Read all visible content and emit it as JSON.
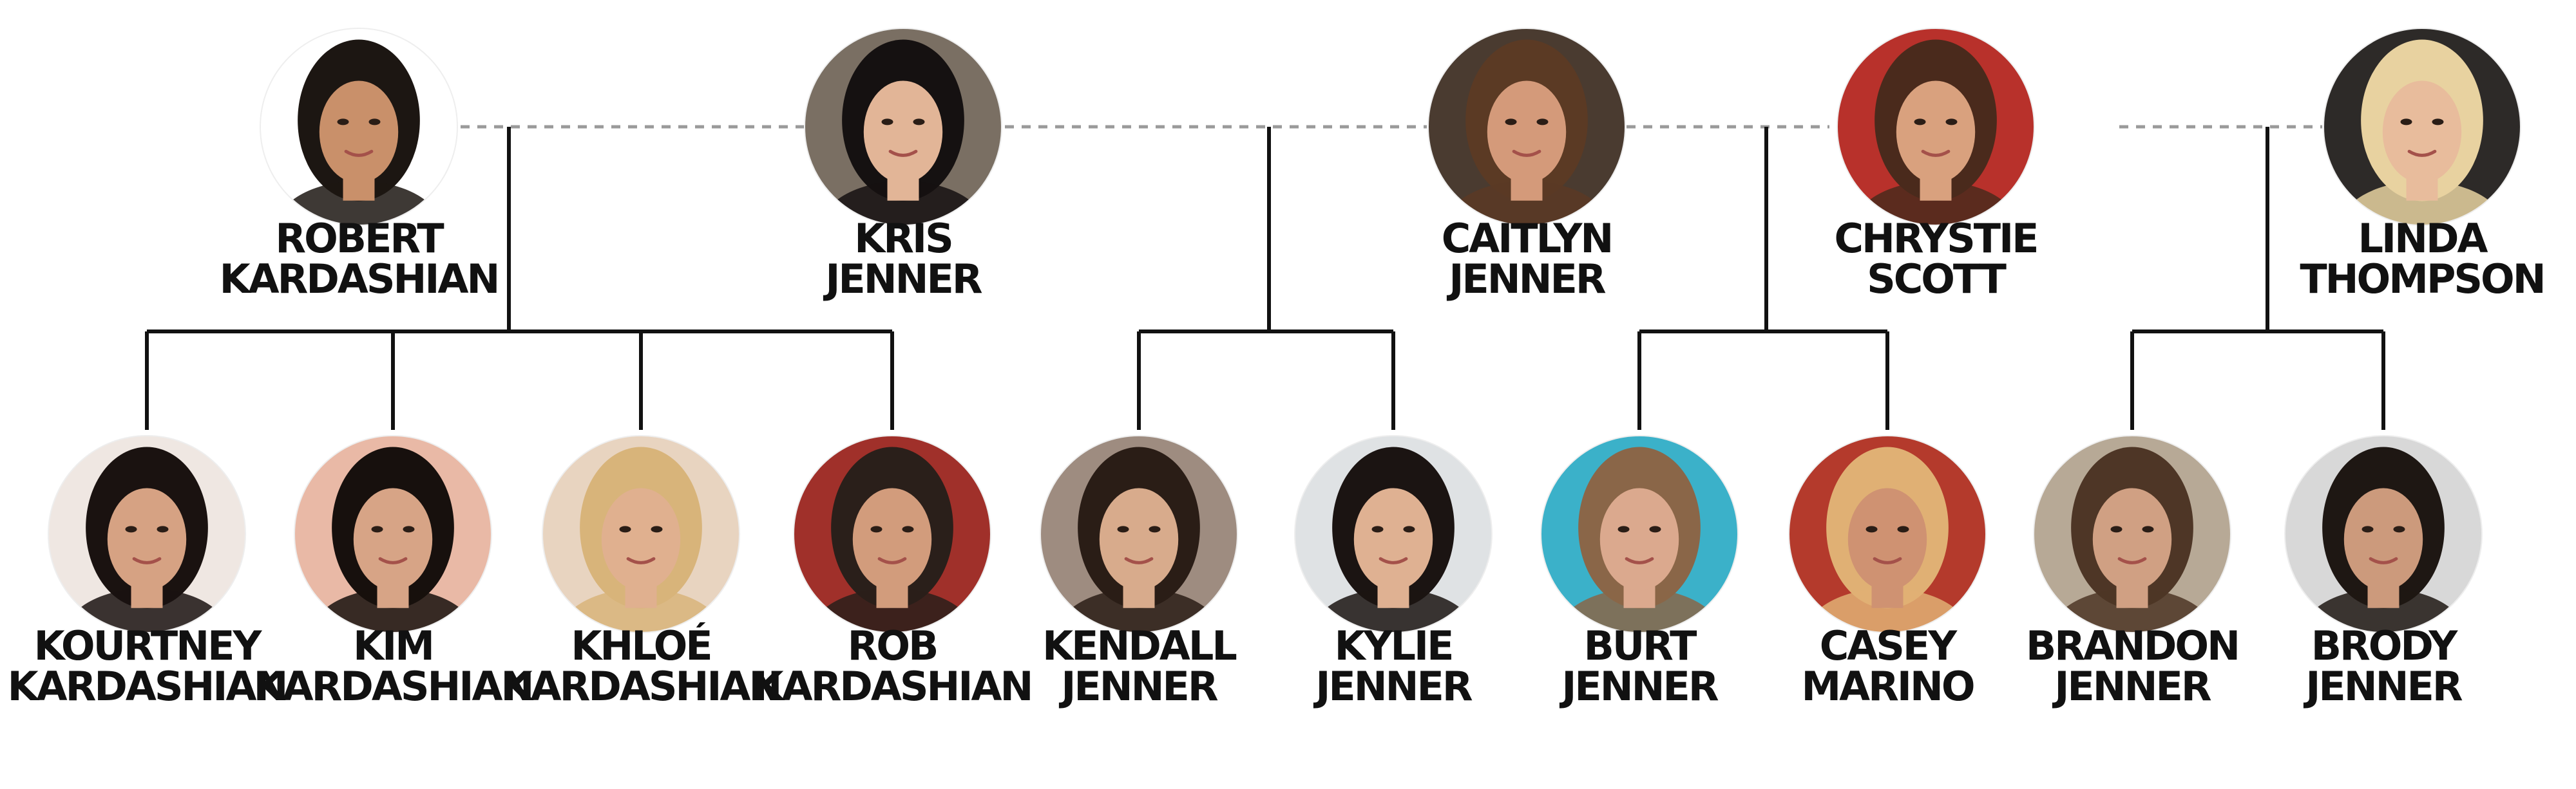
{
  "people": {
    "robert": {
      "line1": "ROBERT",
      "line2": "KARDASHIAN",
      "skin": "#c9906a",
      "hair": "#1c1612",
      "bg": "#ffffff"
    },
    "kris": {
      "line1": "KRIS",
      "line2": "JENNER",
      "skin": "#e2b597",
      "hair": "#151111",
      "bg": "#7a6f63"
    },
    "caitlyn": {
      "line1": "CAITLYN",
      "line2": "JENNER",
      "skin": "#d49a7a",
      "hair": "#5b3a24",
      "bg": "#4a3b30"
    },
    "chrystie": {
      "line1": "CHRYSTIE",
      "line2": "SCOTT",
      "skin": "#d9a17e",
      "hair": "#4a2a1c",
      "bg": "#b8312b"
    },
    "linda": {
      "line1": "LINDA",
      "line2": "THOMPSON",
      "skin": "#e8bc9c",
      "hair": "#e8d2a0",
      "bg": "#2d2a28"
    },
    "kourtney": {
      "line1": "KOURTNEY",
      "line2": "KARDASHIAN",
      "skin": "#d6a283",
      "hair": "#1a1210",
      "bg": "#efe7e2"
    },
    "kim": {
      "line1": "KIM",
      "line2": "KARDASHIAN",
      "skin": "#d7a486",
      "hair": "#17100d",
      "bg": "#e9b9a6"
    },
    "khloe": {
      "line1": "KHLOÉ",
      "line2": "KARDASHIAN",
      "skin": "#e0b08f",
      "hair": "#d8b47a",
      "bg": "#e8d4c0"
    },
    "rob": {
      "line1": "ROB",
      "line2": "KARDASHIAN",
      "skin": "#d29c7c",
      "hair": "#2a1f1a",
      "bg": "#a0302a"
    },
    "kendall": {
      "line1": "KENDALL",
      "line2": "JENNER",
      "skin": "#d8ab8c",
      "hair": "#2a1d16",
      "bg": "#9e8c80"
    },
    "kylie": {
      "line1": "KYLIE",
      "line2": "JENNER",
      "skin": "#dfb192",
      "hair": "#1b1412",
      "bg": "#dfe2e4"
    },
    "burt": {
      "line1": "BURT",
      "line2": "JENNER",
      "skin": "#dba98e",
      "hair": "#8a6648",
      "bg": "#3bb1c9"
    },
    "casey": {
      "line1": "CASEY",
      "line2": "MARINO",
      "skin": "#cf9272",
      "hair": "#e0b074",
      "bg": "#b43a2c"
    },
    "brandon": {
      "line1": "BRANDON",
      "line2": "JENNER",
      "skin": "#d0a083",
      "hair": "#4e3626",
      "bg": "#b7a996"
    },
    "brody": {
      "line1": "BRODY",
      "line2": "JENNER",
      "skin": "#cc9a7c",
      "hair": "#1e1713",
      "bg": "#d8d8d8"
    }
  }
}
